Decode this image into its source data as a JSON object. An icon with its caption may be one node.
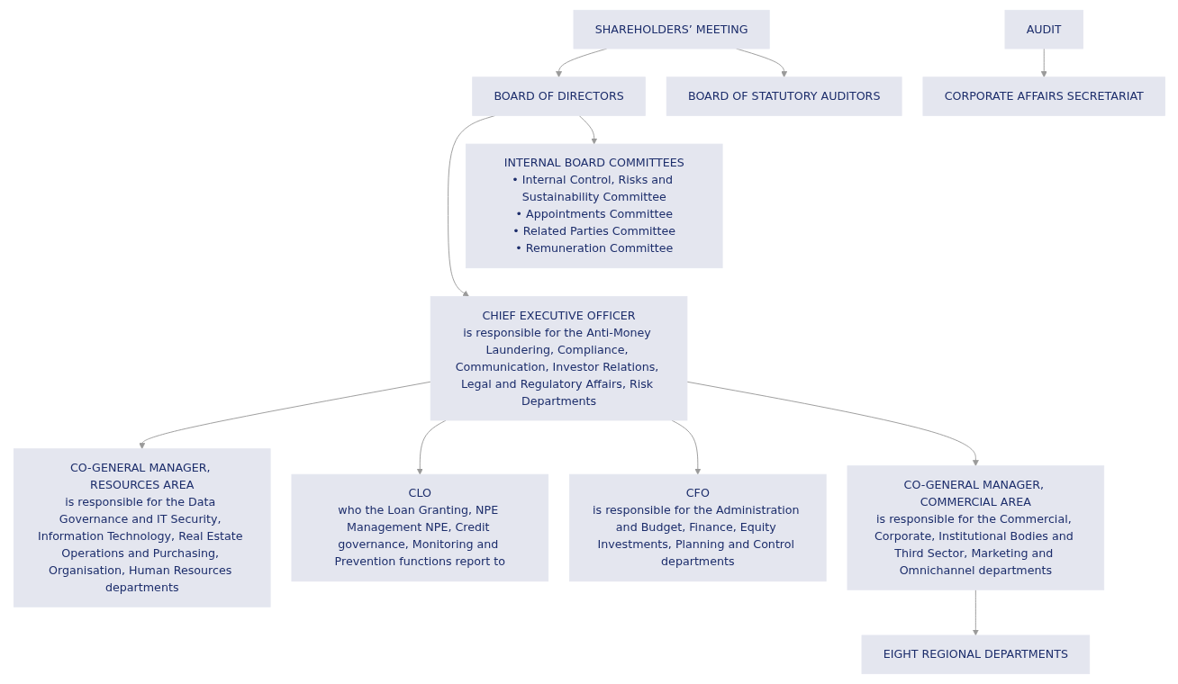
{
  "diagram": {
    "nodes": [
      {
        "text": [
          "SHAREHOLDERS’ MEETING"
        ]
      },
      {
        "text": [
          "BOARD OF STATUTORY AUDITORS"
        ]
      },
      {
        "text": [
          "BOARD OF DIRECTORS"
        ]
      },
      {
        "text": [
          "INTERNAL BOARD COMMITTEES",
          "• Internal Control, Risks and Sustainability Committee",
          "• Appointments Committee",
          "• Related Parties Committee",
          "• Remuneration Committee"
        ]
      },
      {
        "text": [
          "CORPORATE AFFAIRS SECRETARIAT"
        ]
      },
      {
        "text": [
          "AUDIT"
        ]
      },
      {
        "text": [
          "CHIEF EXECUTIVE OFFICER",
          "is responsible for the Anti-Money Laundering, Compliance, Communication, Investor Relations, Legal and Regulatory Affairs, Risk Departments"
        ]
      },
      {
        "text": [
          "CO-GENERAL MANAGER, RESOURCES AREA",
          "is responsible for the Data Governance and IT Security, Information Technology, Real Estate Operations and Purchasing, Organisation, Human Resources departments"
        ]
      },
      {
        "text": [
          "CLO",
          "who the Loan Granting, NPE Management NPE, Credit governance, Monitoring and Prevention functions report to"
        ]
      },
      {
        "text": [
          "CFO",
          "is responsible for the Administration and Budget, Finance, Equity Investments, Planning and Control departments"
        ]
      },
      {
        "text": [
          "CO-GENERAL MANAGER, COMMERCIAL AREA",
          "is responsible for the Commercial, Corporate, Institutional Bodies and Third Sector, Marketing and Omnichannel departments"
        ]
      },
      {
        "text": [
          "EIGHT REGIONAL DEPARTMENTS"
        ]
      }
    ],
    "edges": [
      {
        "from": 0,
        "to": 1,
        "arrow": "to"
      },
      {
        "from": 0,
        "to": 2,
        "arrow": "to"
      },
      {
        "from": 2,
        "to": 3,
        "arrow": "to"
      },
      {
        "from": 5,
        "to": 4,
        "arrow": "to"
      },
      {
        "from": 2,
        "to": 6,
        "arrow": "to"
      },
      {
        "from": 6,
        "to": 7,
        "arrow": "to"
      },
      {
        "from": 6,
        "to": 8,
        "arrow": "to"
      },
      {
        "from": 6,
        "to": 9,
        "arrow": "to"
      },
      {
        "from": 6,
        "to": 10,
        "arrow": "to"
      },
      {
        "from": 10,
        "to": 11,
        "arrow": "to"
      }
    ]
  }
}
